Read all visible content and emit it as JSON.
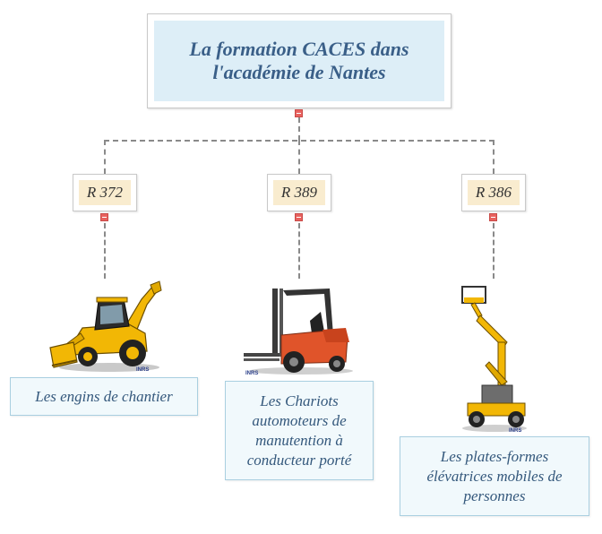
{
  "root": {
    "title": "La formation CACES dans l'académie de Nantes"
  },
  "branches": [
    {
      "code": "R 372",
      "description": "Les engins de chantier",
      "icon": "backhoe-loader-icon",
      "credit": "INRS"
    },
    {
      "code": "R 389",
      "description": "Les Chariots automoteurs de manutention à conducteur porté",
      "icon": "forklift-icon",
      "credit": "INRS"
    },
    {
      "code": "R 386",
      "description": "Les plates-formes élévatrices mobiles de personnes",
      "icon": "aerial-work-platform-icon",
      "credit": "INRS"
    }
  ],
  "colors": {
    "root_fill": "#ddeef7",
    "root_text": "#3a5f88",
    "code_fill": "#f9eccf",
    "desc_fill": "#f1f9fc",
    "desc_border": "#a9cfe0",
    "toggle": "#e8625f",
    "machine_yellow": "#f2b705",
    "forklift_red": "#e0542a"
  }
}
